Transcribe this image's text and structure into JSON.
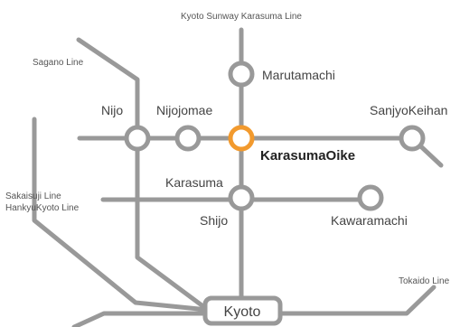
{
  "diagram": {
    "lines": [
      {
        "id": "karasuma",
        "name": "Kyoto Sunway Karasuma Line"
      },
      {
        "id": "sagano",
        "name": "Sagano Line"
      },
      {
        "id": "tozai",
        "name": ""
      },
      {
        "id": "hankyu",
        "name": "Sakaisuji Line\nHankyuKyoto Line"
      },
      {
        "id": "tokaido",
        "name": "Tokaido Line"
      }
    ],
    "line_labels": {
      "karasuma": "Kyoto Sunway Karasuma Line",
      "sagano": "Sagano Line",
      "hankyu_1": "Sakaisuji Line",
      "hankyu_2": "HankyuKyoto Line",
      "tokaido": "Tokaido Line"
    },
    "stations": {
      "marutamachi": "Marutamachi",
      "nijo": "Nijo",
      "nijojomae": "Nijojomae",
      "karasumaoike": "KarasumaOike",
      "sanjyokeihan": "SanjyoKeihan",
      "karasuma": "Karasuma",
      "shijo": "Shijo",
      "kawaramachi": "Kawaramachi",
      "kyoto": "Kyoto"
    },
    "highlighted_station": "karasumaoike",
    "colors": {
      "line": "#999999",
      "highlight": "#f29a2e",
      "text": "#444444"
    }
  }
}
